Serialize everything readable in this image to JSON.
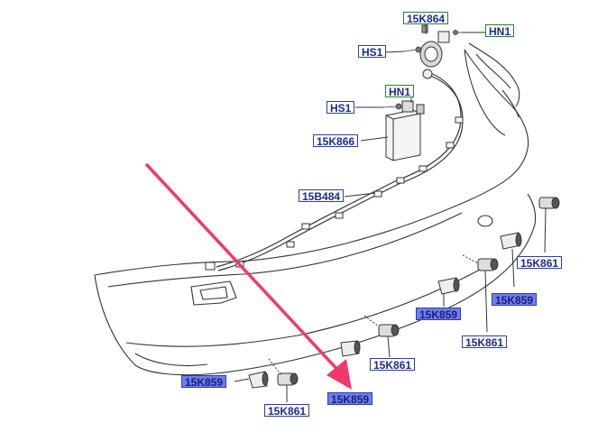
{
  "labels": {
    "top_part": "15K864",
    "hn1_top": "HN1",
    "hs1_top": "HS1",
    "hn1_mid": "HN1",
    "hs1_mid": "HS1",
    "module": "15K866",
    "harness": "15B484",
    "sensor_r1": "15K861",
    "bracket_r1": "15K859",
    "bracket_m1": "15K859",
    "sensor_m1": "15K861",
    "sensor_m2": "15K861",
    "bracket_l1": "15K859",
    "bracket_l2": "15K859",
    "sensor_l1": "15K861"
  },
  "colors": {
    "green_box": "#2e7d32",
    "blue_box": "#2a3fa8",
    "blue_fill": "#6f7df2",
    "label_text": "#1e2a8c",
    "arrow": "#ee3a6a",
    "line": "#333333"
  }
}
